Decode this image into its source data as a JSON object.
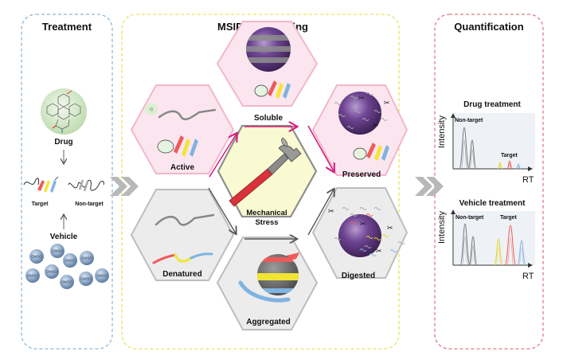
{
  "panels": {
    "treatment": {
      "title": "Treatment",
      "border_color": "#8fb8d8",
      "drug_label": "Drug",
      "vehicle_label": "Vehicle",
      "target_label": "Target",
      "nontarget_label": "Non-target",
      "dmso_label": "DMSO",
      "dmso_count": 9
    },
    "processing": {
      "title": "MSIPP Processing",
      "border_color": "#e6e35a",
      "hexes": {
        "active": "Active",
        "soluble": "Soluble",
        "preserved": "Preserved",
        "mechanical_line1": "Mechanical",
        "mechanical_line2": "Stress",
        "denatured": "Denatured",
        "aggregated": "Aggregated",
        "digested": "Digested"
      }
    },
    "quantification": {
      "title": "Quantification",
      "border_color": "#e07a84",
      "drug_chart": {
        "title": "Drug treatment",
        "ylabel": "Intensity",
        "xlabel": "RT",
        "nontarget_label": "Non-target",
        "target_label": "Target"
      },
      "vehicle_chart": {
        "title": "Vehicle treatment",
        "ylabel": "Intensity",
        "xlabel": "RT",
        "nontarget_label": "Non-target",
        "target_label": "Target"
      }
    }
  },
  "colors": {
    "pink_fill": "#fbe6ef",
    "pink_border": "#f3b6cc",
    "grey_fill": "#ececec",
    "grey_border": "#bdbdbd",
    "center_fill": "#fafad2",
    "center_border": "#8e8e8e",
    "magenta_arrow": "#d61f7f",
    "grey_arrow": "#555555",
    "purple": "#6b3e8c",
    "red": "#ee5a5a",
    "yellow": "#f3e533",
    "blue": "#7fb3e0"
  }
}
